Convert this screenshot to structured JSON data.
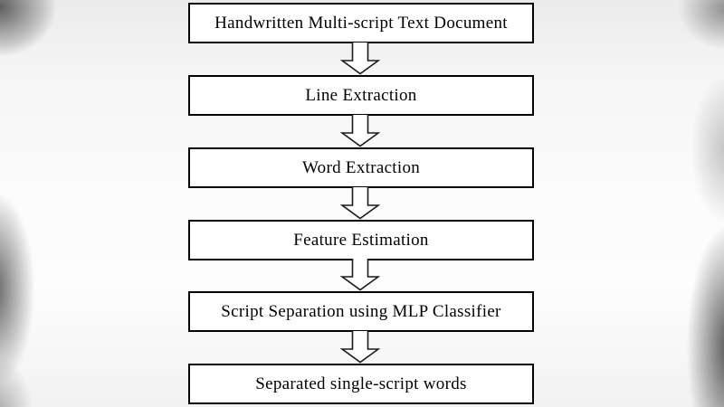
{
  "flowchart": {
    "description": "Flow diagram of handwritten multi-script word separation",
    "steps": [
      {
        "label": "Handwritten Multi-script Text Document"
      },
      {
        "label": "Line Extraction"
      },
      {
        "label": "Word Extraction"
      },
      {
        "label": "Feature Estimation"
      },
      {
        "label": "Script Separation using MLP Classifier"
      },
      {
        "label": "Separated single-script words"
      }
    ],
    "connector": "down-block-arrow",
    "colors": {
      "box_fill": "#ffffff",
      "box_border": "#000000",
      "text": "#000000",
      "background_center": "#fbfbfb",
      "background_edge_blur": "#5a5a5a"
    }
  }
}
